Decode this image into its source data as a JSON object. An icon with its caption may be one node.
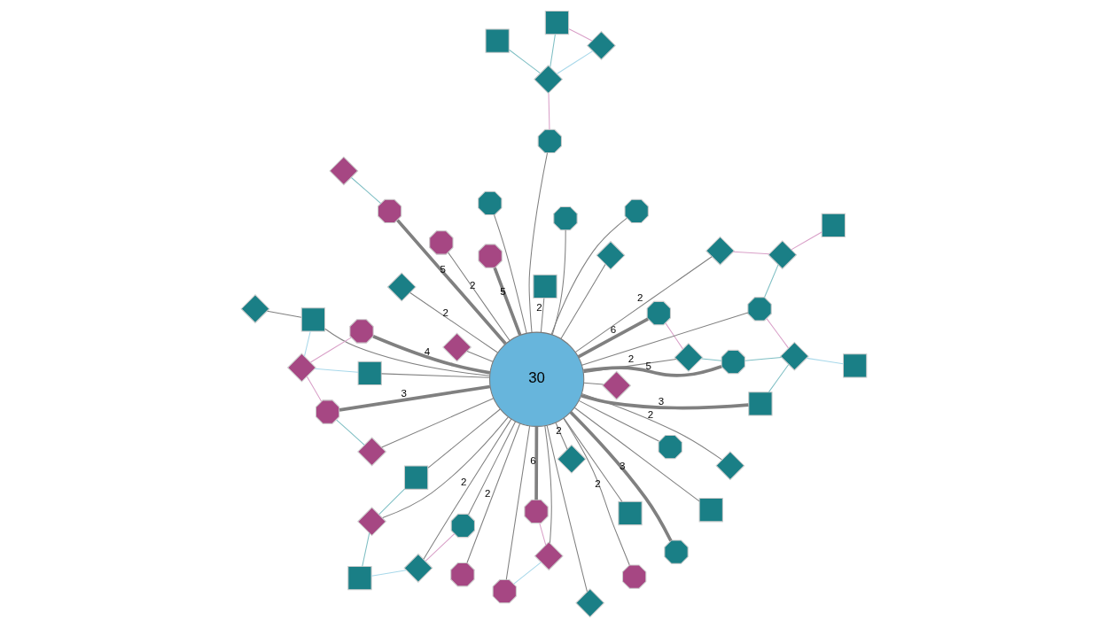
{
  "diagram": {
    "nodes": [
      {
        "text": [
          "30"
        ]
      },
      {
        "text": [],
        "shape": "box"
      },
      {
        "text": [],
        "shape": "octagon"
      },
      {
        "text": [],
        "shape": "diamond"
      },
      {
        "text": [],
        "shape": "diamond"
      },
      {
        "text": [],
        "shape": "box"
      },
      {
        "text": [],
        "shape": "diamond"
      },
      {
        "text": [],
        "shape": "octagon"
      },
      {
        "text": [],
        "shape": "diamond"
      },
      {
        "text": [],
        "shape": "box"
      },
      {
        "text": [],
        "shape": "box"
      },
      {
        "text": [],
        "shape": "diamond"
      },
      {
        "text": [],
        "shape": "diamond"
      },
      {
        "text": [],
        "shape": "octagon"
      },
      {
        "text": [],
        "shape": "box"
      },
      {
        "text": [],
        "shape": "diamond"
      },
      {
        "text": [],
        "shape": "octagon"
      },
      {
        "text": [],
        "shape": "octagon"
      },
      {
        "text": [],
        "shape": "octagon"
      },
      {
        "text": [],
        "shape": "diamond"
      },
      {
        "text": [],
        "shape": "octagon"
      },
      {
        "text": [],
        "shape": "octagon"
      },
      {
        "text": [],
        "shape": "octagon"
      },
      {
        "text": [],
        "shape": "diamond"
      },
      {
        "text": [],
        "shape": "octagon"
      },
      {
        "text": [],
        "shape": "diamond"
      },
      {
        "text": [],
        "shape": "octagon"
      },
      {
        "text": [],
        "shape": "octagon"
      },
      {
        "text": [],
        "shape": "diamond"
      },
      {
        "text": [],
        "shape": "box"
      },
      {
        "text": [],
        "shape": "diamond"
      },
      {
        "text": [],
        "shape": "diamond"
      },
      {
        "text": [],
        "shape": "octagon"
      },
      {
        "text": [],
        "shape": "octagon"
      },
      {
        "text": [],
        "shape": "octagon"
      },
      {
        "text": [],
        "shape": "octagon"
      },
      {
        "text": [],
        "shape": "box"
      },
      {
        "text": [],
        "shape": "octagon"
      },
      {
        "text": [],
        "shape": "diamond"
      },
      {
        "text": [],
        "shape": "box"
      },
      {
        "text": [],
        "shape": "octagon"
      },
      {
        "text": [],
        "shape": "diamond"
      },
      {
        "text": [],
        "shape": "box"
      },
      {
        "text": [],
        "shape": "diamond"
      },
      {
        "text": [],
        "shape": "octagon"
      },
      {
        "text": [],
        "shape": "diamond"
      },
      {
        "text": [],
        "shape": "diamond"
      },
      {
        "text": [],
        "shape": "box"
      },
      {
        "text": [],
        "shape": "diamond"
      },
      {
        "text": [],
        "shape": "diamond"
      },
      {
        "text": [],
        "shape": "box"
      },
      {
        "text": [],
        "shape": "box"
      }
    ],
    "edges": [
      {
        "from": 3,
        "to": 0,
        "arrow": "none"
      },
      {
        "from": 5,
        "to": 0,
        "arrow": "none"
      },
      {
        "from": 6,
        "to": 0,
        "arrow": "none",
        "label": "2"
      },
      {
        "from": 2,
        "to": 0,
        "arrow": "none",
        "label": "2"
      },
      {
        "from": 7,
        "to": 0,
        "arrow": "none"
      },
      {
        "from": 4,
        "to": 0,
        "arrow": "none",
        "label": "2"
      },
      {
        "from": 10,
        "to": 0,
        "arrow": "none"
      },
      {
        "from": 8,
        "to": 0,
        "arrow": "none"
      },
      {
        "from": 12,
        "to": 0,
        "arrow": "none",
        "label": "2"
      },
      {
        "from": 13,
        "to": 0,
        "arrow": "none"
      },
      {
        "from": 17,
        "to": 0,
        "arrow": "none",
        "label": "2"
      },
      {
        "from": 19,
        "to": 0,
        "arrow": "none"
      },
      {
        "from": 23,
        "to": 0,
        "arrow": "none"
      },
      {
        "from": 24,
        "to": 0,
        "arrow": "none"
      },
      {
        "from": 26,
        "to": 0,
        "arrow": "none"
      },
      {
        "from": 29,
        "to": 0,
        "arrow": "none"
      },
      {
        "from": 30,
        "to": 0,
        "arrow": "none",
        "label": "2"
      },
      {
        "from": 35,
        "to": 0,
        "arrow": "none",
        "label": "5",
        "style": "thick"
      },
      {
        "from": 34,
        "to": 0,
        "arrow": "none",
        "label": "6",
        "style": "thick"
      },
      {
        "from": 40,
        "to": 0,
        "arrow": "none"
      },
      {
        "from": 39,
        "to": 0,
        "arrow": "none",
        "label": "3",
        "style": "thick"
      },
      {
        "from": 36,
        "to": 0,
        "arrow": "none",
        "label": "2"
      },
      {
        "from": 44,
        "to": 0,
        "arrow": "none"
      },
      {
        "from": 41,
        "to": 0,
        "arrow": "none",
        "label": "2"
      },
      {
        "from": 38,
        "to": 0,
        "arrow": "none",
        "label": "2"
      },
      {
        "from": 37,
        "to": 0,
        "arrow": "none",
        "label": "5",
        "style": "thick"
      },
      {
        "from": 32,
        "to": 0,
        "arrow": "none",
        "label": "2"
      },
      {
        "from": 33,
        "to": 0,
        "arrow": "none",
        "label": "5",
        "style": "thick"
      },
      {
        "from": 31,
        "to": 0,
        "arrow": "none"
      },
      {
        "from": 28,
        "to": 0,
        "arrow": "none"
      },
      {
        "from": 27,
        "to": 0,
        "arrow": "none",
        "label": "6",
        "style": "thick"
      },
      {
        "from": 25,
        "to": 0,
        "arrow": "none"
      },
      {
        "from": 22,
        "to": 0,
        "arrow": "none"
      },
      {
        "from": 21,
        "to": 0,
        "arrow": "none",
        "label": "3",
        "style": "thick"
      },
      {
        "from": 20,
        "to": 0,
        "arrow": "none"
      },
      {
        "from": 16,
        "to": 0,
        "arrow": "none",
        "label": "3",
        "style": "thick"
      },
      {
        "from": 18,
        "to": 0,
        "arrow": "none",
        "label": "4",
        "style": "thick"
      },
      {
        "from": 14,
        "to": 0,
        "arrow": "none"
      },
      {
        "from": 9,
        "to": 0,
        "arrow": "none"
      },
      {
        "from": 11,
        "to": 14,
        "arrow": "none"
      },
      {
        "from": 1,
        "to": 3,
        "arrow": "none",
        "color": "#7fbfc4"
      },
      {
        "from": 1,
        "to": 6,
        "arrow": "none",
        "color": "#a8d8ea"
      },
      {
        "from": 3,
        "to": 5,
        "arrow": "none",
        "color": "#7fbfc4"
      },
      {
        "from": 6,
        "to": 7,
        "arrow": "none",
        "color": "#d9a0c8"
      },
      {
        "from": 15,
        "to": 9,
        "arrow": "none",
        "color": "#a8d8ea"
      },
      {
        "from": 15,
        "to": 14,
        "arrow": "none",
        "color": "#a8d8ea"
      },
      {
        "from": 15,
        "to": 18,
        "arrow": "none",
        "color": "#d9a0c8"
      },
      {
        "from": 15,
        "to": 21,
        "arrow": "none",
        "color": "#d9a0c8"
      },
      {
        "from": 20,
        "to": 25,
        "arrow": "none",
        "color": "#a8d8ea"
      },
      {
        "from": 21,
        "to": 28,
        "arrow": "none",
        "color": "#7fbfc4"
      },
      {
        "from": 27,
        "to": 25,
        "arrow": "none",
        "color": "#d9a0c8"
      },
      {
        "from": 37,
        "to": 45,
        "arrow": "none",
        "color": "#7fbfc4"
      },
      {
        "from": 41,
        "to": 48,
        "arrow": "none",
        "color": "#d9a0c8"
      },
      {
        "from": 48,
        "to": 44,
        "arrow": "none",
        "color": "#7fbfc4"
      },
      {
        "from": 48,
        "to": 51,
        "arrow": "none",
        "color": "#d9a0c8"
      },
      {
        "from": 44,
        "to": 43,
        "arrow": "none",
        "color": "#d9a0c8"
      },
      {
        "from": 39,
        "to": 43,
        "arrow": "none",
        "color": "#7fbfc4"
      },
      {
        "from": 43,
        "to": 35,
        "arrow": "none",
        "color": "#7fbfc4"
      },
      {
        "from": 43,
        "to": 47,
        "arrow": "none",
        "color": "#a8d8ea"
      },
      {
        "from": 30,
        "to": 34,
        "arrow": "none",
        "color": "#d9a0c8"
      },
      {
        "from": 30,
        "to": 35,
        "arrow": "none",
        "color": "#7fbfc4"
      },
      {
        "from": 40,
        "to": 46,
        "arrow": "none",
        "color": "#d9a0c8"
      },
      {
        "from": 46,
        "to": 42,
        "arrow": "none",
        "color": "#7fbfc4"
      },
      {
        "from": 46,
        "to": 49,
        "arrow": "none",
        "color": "#a8d8ea"
      },
      {
        "from": 42,
        "to": 49,
        "arrow": "none",
        "color": "#d9a0c8"
      },
      {
        "from": 46,
        "to": 50,
        "arrow": "none",
        "color": "#7fbfc4"
      }
    ]
  }
}
